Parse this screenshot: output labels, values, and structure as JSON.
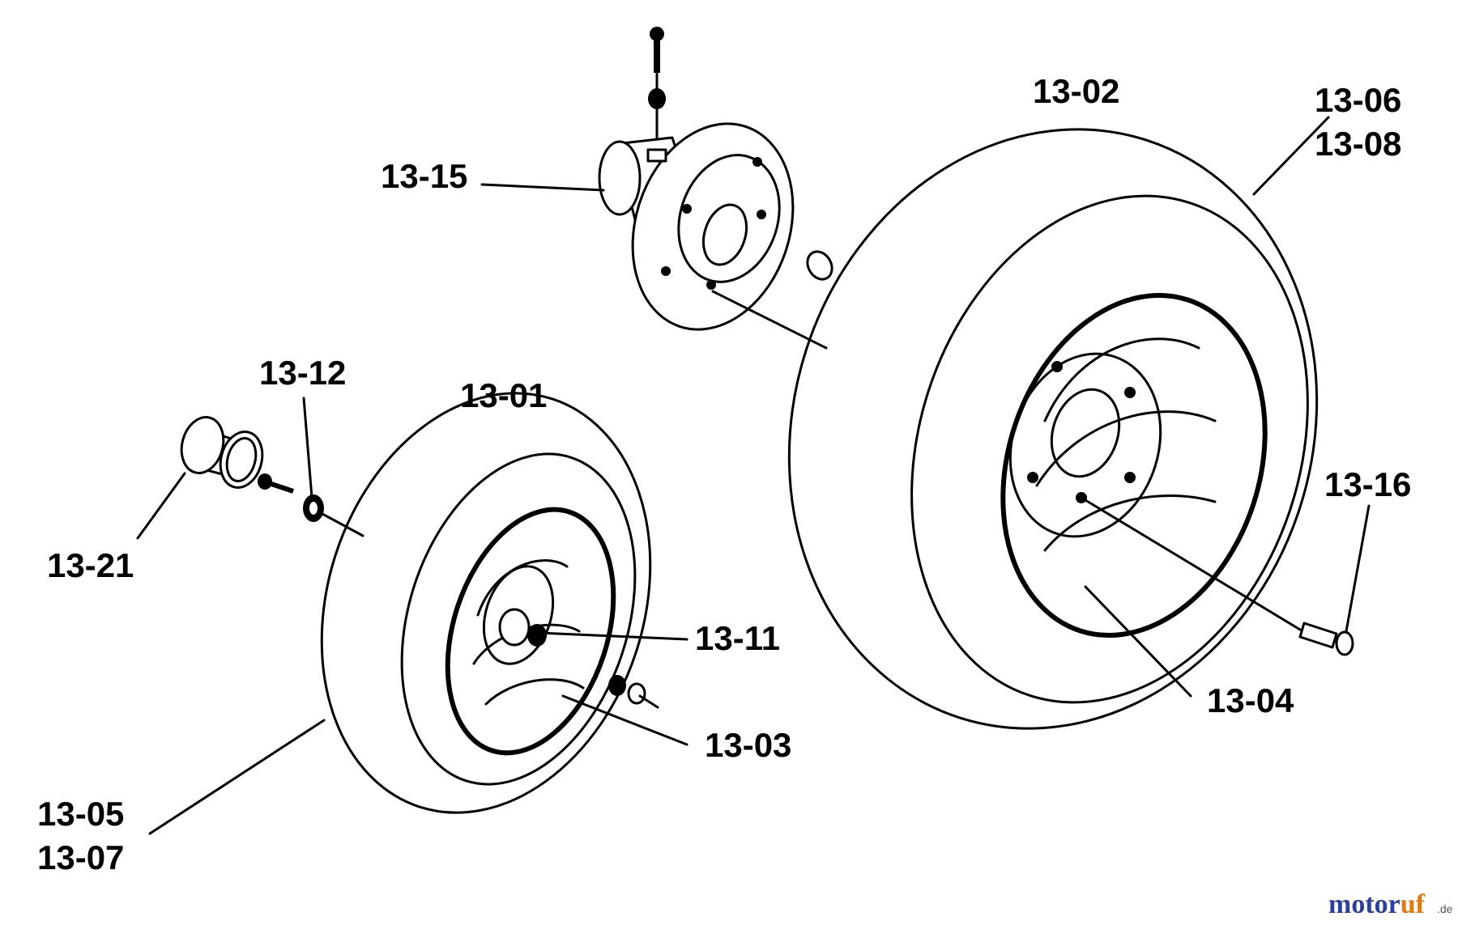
{
  "title": "",
  "colors": {
    "background": "#ffffff",
    "ink": "#000000",
    "watermark_blue": "#2a3f9e",
    "watermark_orange": "#e07a10"
  },
  "labels": {
    "p13_01": "13-01",
    "p13_02": "13-02",
    "p13_03": "13-03",
    "p13_04": "13-04",
    "p13_05": "13-05",
    "p13_07": "13-07",
    "p13_06": "13-06",
    "p13_08": "13-08",
    "p13_11": "13-11",
    "p13_12": "13-12",
    "p13_15": "13-15",
    "p13_16": "13-16",
    "p13_21": "13-21"
  },
  "watermark": {
    "text_a": "motor",
    "text_b": "uf",
    "suffix": ".de"
  }
}
